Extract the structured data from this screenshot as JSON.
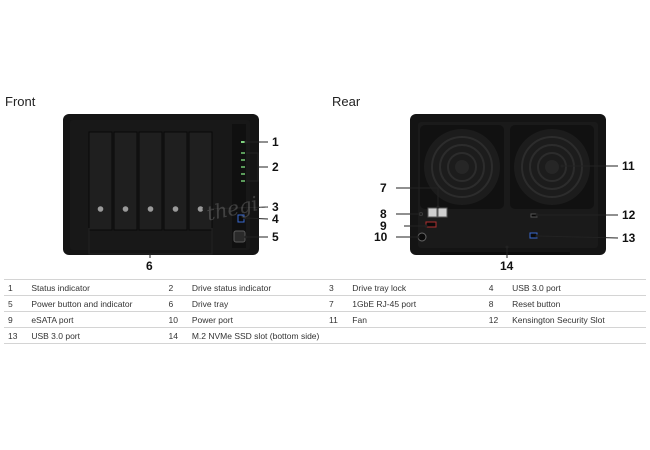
{
  "views": {
    "front": "Front",
    "rear": "Rear"
  },
  "watermark": "thegioimang.vn",
  "colors": {
    "chassis": "#141414",
    "tray": "#1e1e1e",
    "line": "#222222",
    "led": "#7fd37f"
  },
  "front_callouts": [
    "1",
    "2",
    "3",
    "4",
    "5",
    "6"
  ],
  "rear_callouts": [
    "7",
    "8",
    "9",
    "10",
    "11",
    "12",
    "13",
    "14"
  ],
  "legend": [
    [
      "1",
      "Status indicator",
      "2",
      "Drive status indicator",
      "3",
      "Drive tray lock",
      "4",
      "USB 3.0 port"
    ],
    [
      "5",
      "Power button and indicator",
      "6",
      "Drive tray",
      "7",
      "1GbE RJ-45 port",
      "8",
      "Reset button"
    ],
    [
      "9",
      "eSATA port",
      "10",
      "Power port",
      "11",
      "Fan",
      "12",
      "Kensington Security Slot"
    ],
    [
      "13",
      "USB 3.0 port",
      "14",
      "M.2 NVMe SSD slot (bottom side)",
      "",
      "",
      "",
      ""
    ]
  ]
}
